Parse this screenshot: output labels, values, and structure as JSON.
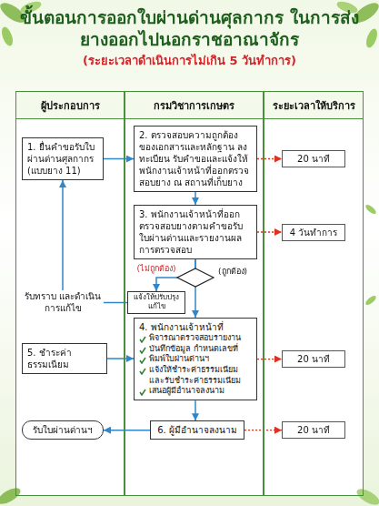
{
  "diagram": {
    "title": "ขั้นตอนการออกใบผ่านด่านศุลกากร ในการส่งยางออกไปนอกราชอาณาจักร",
    "nodes": [
      {
        "text": [
          "ผู้ประกอบการ"
        ]
      },
      {
        "text": [
          "กรมวิชาการเกษตร"
        ]
      },
      {
        "text": [
          "ระยะเวลาให้บริการ"
        ]
      },
      {
        "text": [
          "1. ยื่นคำขอรับใบผ่านด่านศุลกากร (แบบยาง 11)"
        ],
        "in": 0
      },
      {
        "text": [
          "2. ตรวจสอบความถูกต้องของเอกสารและหลักฐาน ลงทะเบียน รับคำขอและแจ้งให้พนักงานเจ้าหน้าที่ออกตรวจสอบยาง ณ สถานที่เก็บยาง"
        ],
        "in": 1
      },
      {
        "text": [
          "20 นาที"
        ],
        "in": 2
      },
      {
        "text": [
          "3. พนักงานเจ้าหน้าที่ออกตรวจสอบยางตามคำขอรับใบผ่านด่านและรายงานผลการตรวจสอบ"
        ],
        "in": 1
      },
      {
        "text": [
          "4 วันทำการ"
        ],
        "in": 2
      },
      {
        "text": [
          "แจ้งให้ปรับปรุงแก้ไข"
        ],
        "in": 1
      },
      {
        "text": [
          "4. พนักงานเจ้าหน้าที่",
          "พิจารณาตรวจสอบรายงาน",
          "บันทึกข้อมูล กำหนดเลขที่",
          "พิมพ์ใบผ่านด่านฯ",
          "แจ้งให้ชำระค่าธรรมเนียม และรับชำระค่าธรรมเนียม",
          "เสนอผู้มีอำนาจลงนาม"
        ],
        "in": 1
      },
      {
        "text": [
          "20 นาที"
        ],
        "in": 2
      },
      {
        "text": [
          "5. ชำระค่าธรรมเนียม"
        ],
        "in": 0
      },
      {
        "text": [
          "6. ผู้มีอำนาจลงนาม"
        ],
        "in": 1
      },
      {
        "text": [
          "20 นาที"
        ],
        "in": 2
      },
      {
        "text": [
          "รับใบผ่านด่านฯ"
        ],
        "in": 0
      }
    ],
    "edges": [
      {
        "from": 3,
        "to": 4,
        "arrow": "to"
      },
      {
        "from": 4,
        "to": 5,
        "arrow": "to"
      },
      {
        "from": 4,
        "to": 6,
        "arrow": "to"
      },
      {
        "from": 6,
        "to": 7,
        "arrow": "to"
      },
      {
        "from": 6,
        "to": 8,
        "label": "(ไม่ถูกต้อง)",
        "arrow": "to"
      },
      {
        "from": 6,
        "to": 9,
        "label": "(ถูกต้อง)",
        "arrow": "to"
      },
      {
        "from": 8,
        "to": 3,
        "label": "รับทราบ และดำเนินการแก้ไข",
        "arrow": "to"
      },
      {
        "from": 9,
        "to": 10,
        "arrow": "to"
      },
      {
        "from": 11,
        "to": 9,
        "arrow": "to"
      },
      {
        "from": 9,
        "to": 12,
        "arrow": "to"
      },
      {
        "from": 12,
        "to": 13,
        "arrow": "to"
      },
      {
        "from": 12,
        "to": 14,
        "arrow": "to"
      }
    ],
    "labels": [
      "(ระยะเวลาดำเนินการไม่เกิน 5 วันทำการ)"
    ]
  }
}
